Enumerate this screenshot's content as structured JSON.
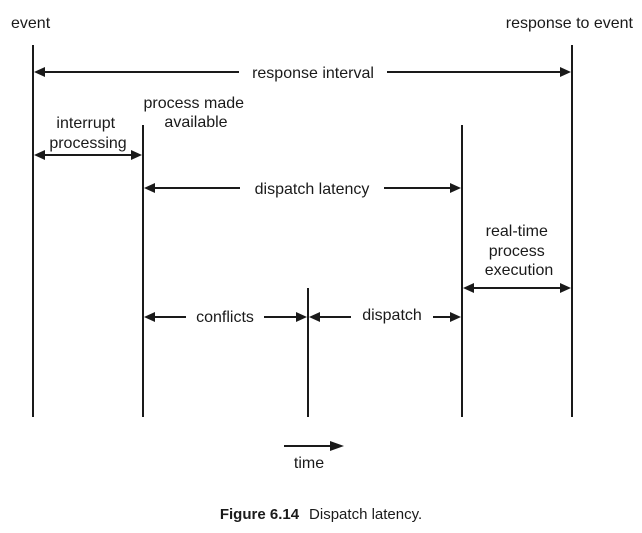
{
  "labels": {
    "event": "event",
    "response_to_event": "response to event",
    "response_interval": "response interval",
    "interrupt_line1": "interrupt",
    "interrupt_line2": "processing",
    "process_made_line1": "process made",
    "process_made_line2": "available",
    "dispatch_latency": "dispatch latency",
    "realtime_line1": "real-time",
    "realtime_line2": "process",
    "realtime_line3": "execution",
    "conflicts": "conflicts",
    "dispatch": "dispatch",
    "time": "time"
  },
  "caption": {
    "number": "Figure 6.14",
    "title": "Dispatch latency."
  }
}
